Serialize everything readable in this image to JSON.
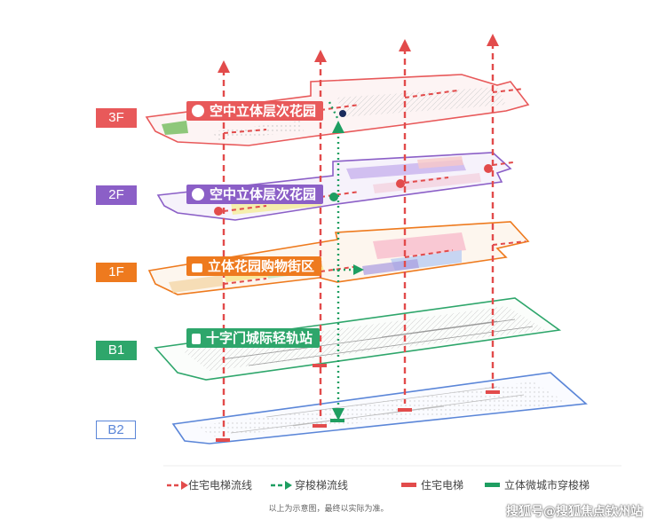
{
  "floors": [
    {
      "id": "3F",
      "label": "3F",
      "color": "#e8595a",
      "banner": "空中立体层次花园",
      "banner_color": "#e8595a"
    },
    {
      "id": "2F",
      "label": "2F",
      "color": "#8b5fc7",
      "banner": "空中立体层次花园",
      "banner_color": "#8b5fc7"
    },
    {
      "id": "1F",
      "label": "1F",
      "color": "#ee7a1e",
      "banner": "立体花园购物街区",
      "banner_color": "#ee7a1e"
    },
    {
      "id": "B1",
      "label": "B1",
      "color": "#2ea66b",
      "banner": "十字门城际轻轨站",
      "banner_color": "#2ea66b"
    },
    {
      "id": "B2",
      "label": "B2",
      "color": "#5b86d8",
      "banner": "",
      "banner_color": ""
    }
  ],
  "legend": {
    "residential_flow": "住宅电梯流线",
    "shuttle_flow": "穿梭梯流线",
    "residential_elevator": "住宅电梯",
    "micro_city_shuttle": "立体微城市穿梭梯"
  },
  "colors": {
    "red": "#e24b4b",
    "green": "#1e9e61"
  },
  "note": "以上为示意图，最终以实际为准。",
  "watermark": "搜狐号@搜狐焦点钦州站"
}
